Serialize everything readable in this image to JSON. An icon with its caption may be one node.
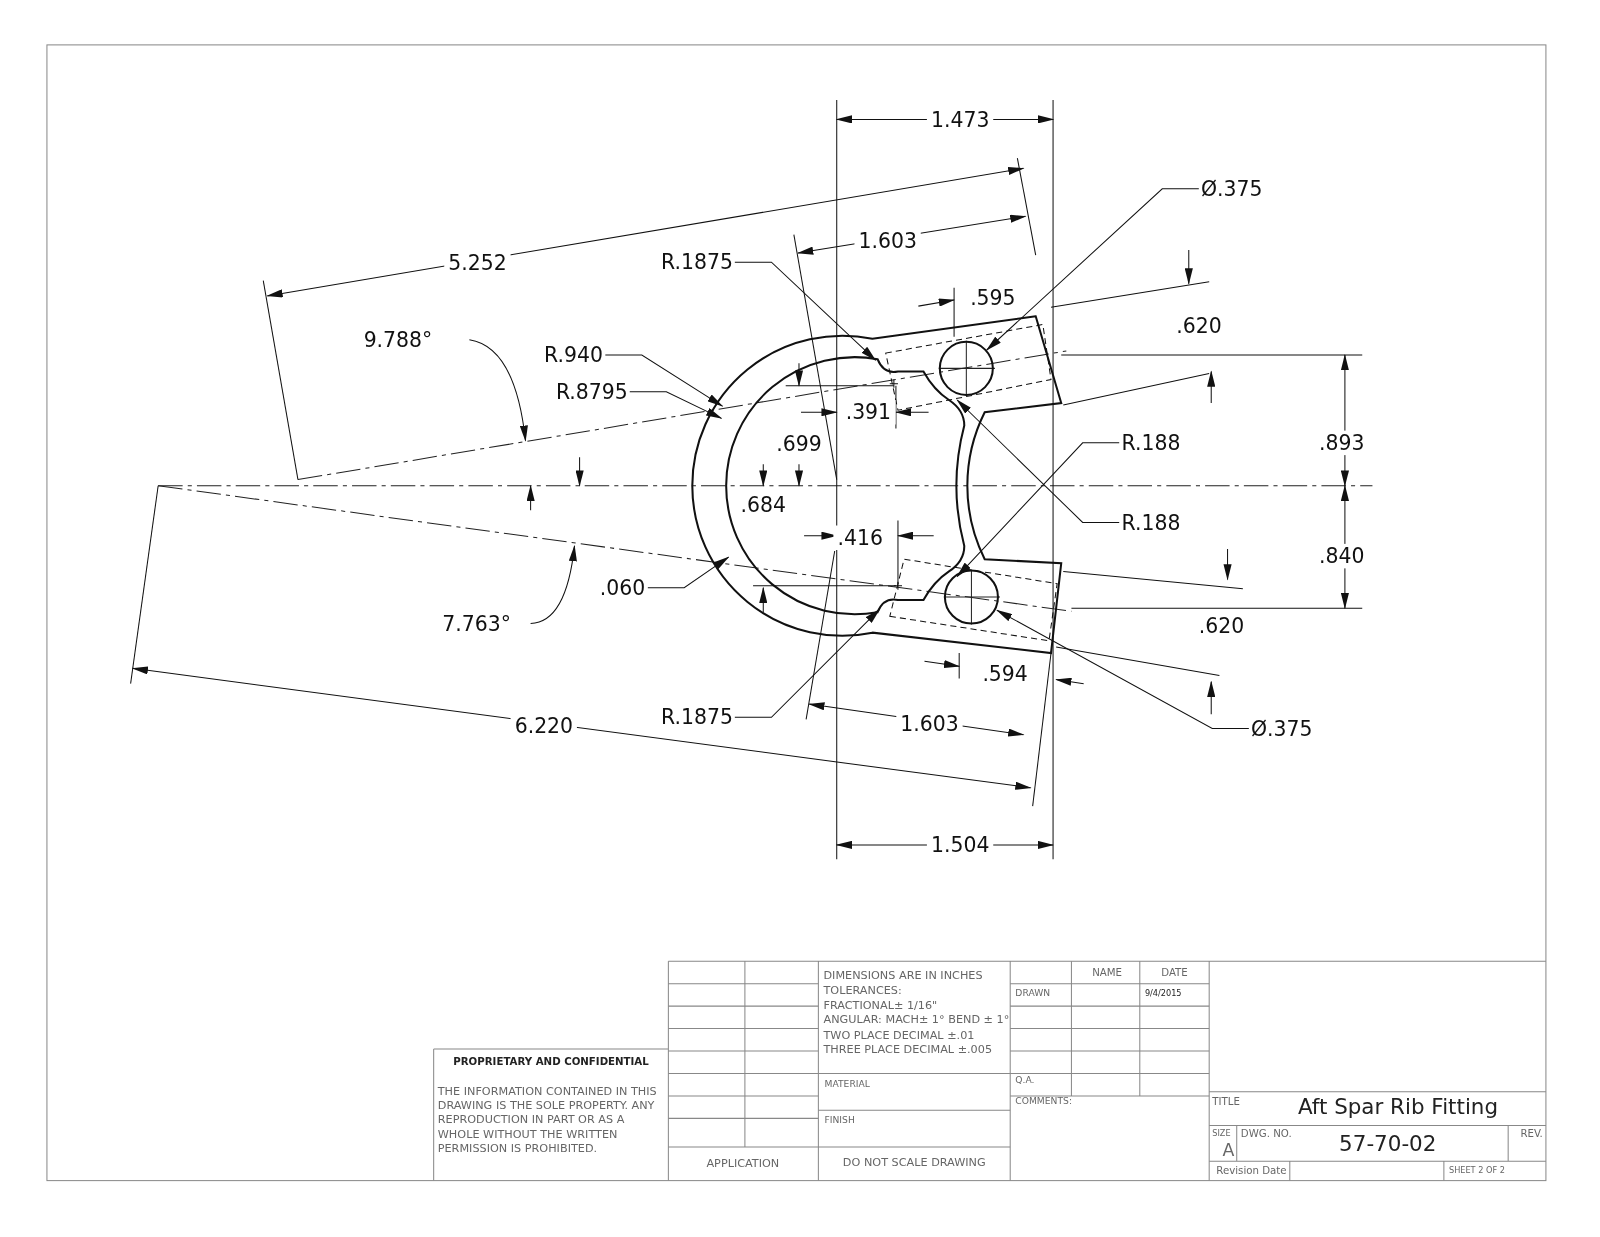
{
  "diagram": {
    "nodes": [
      {
        "text": [
          "Ø.375"
        ]
      },
      {
        "text": [
          "R.1875"
        ]
      },
      {
        "text": [
          "R.940"
        ]
      },
      {
        "text": [
          "R.8795"
        ]
      },
      {
        "text": [
          "R.188"
        ]
      },
      {
        "text": [
          "R.188"
        ]
      },
      {
        "text": [
          ".060"
        ]
      },
      {
        "text": [
          "R.1875"
        ]
      },
      {
        "text": [
          "Ø.375"
        ]
      }
    ],
    "edges": [
      {
        "from": 0,
        "to": null,
        "arrow": "to"
      },
      {
        "from": 1,
        "to": null,
        "arrow": "to"
      },
      {
        "from": 2,
        "to": null,
        "arrow": "to"
      },
      {
        "from": 3,
        "to": null,
        "arrow": "to"
      },
      {
        "from": 4,
        "to": null,
        "arrow": "to"
      },
      {
        "from": 5,
        "to": null,
        "arrow": "to"
      },
      {
        "from": 6,
        "to": null,
        "arrow": "to"
      },
      {
        "from": 7,
        "to": null,
        "arrow": "to"
      },
      {
        "from": 8,
        "to": null,
        "arrow": "to"
      }
    ],
    "labels": [
      "1.473",
      "5.252",
      "1.603",
      ".595",
      ".620",
      "9.788°",
      ".391",
      ".699",
      ".893",
      ".684",
      ".416",
      ".840",
      "7.763°",
      ".620",
      ".594",
      "6.220",
      "1.603",
      "1.504",
      "DIMENSIONS ARE IN INCHES",
      "NAME",
      "DATE",
      "TOLERANCES:",
      "DRAWN",
      "9/4/2015",
      "FRACTIONAL± 1/16\"",
      "ANGULAR: MACH± 1° BEND ± 1°",
      "TWO PLACE DECIMAL ±.01",
      "THREE PLACE DECIMAL ±.005",
      "PROPRIETARY AND CONFIDENTIAL",
      "THE INFORMATION CONTAINED IN THIS DRAWING IS THE SOLE PROPERTY. ANY REPRODUCTION IN PART OR AS A WHOLE WITHOUT THE WRITTEN PERMISSION IS PROHIBITED.",
      "MATERIAL",
      "Q.A.",
      "COMMENTS:",
      "TITLE",
      "Aft Spar Rib Fitting",
      "FINISH",
      "SIZE",
      "A",
      "DWG. NO.",
      "57-70-02",
      "REV.",
      "APPLICATION",
      "DO NOT SCALE DRAWING",
      "Revision Date",
      "SHEET 2 OF 2"
    ]
  }
}
